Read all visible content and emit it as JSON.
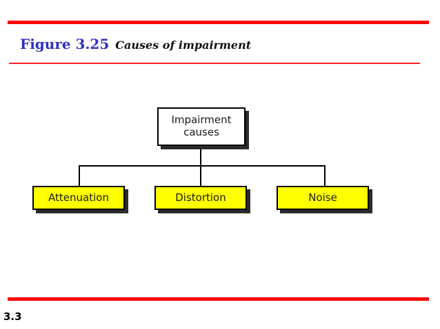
{
  "slide": {
    "page_number": "3.3",
    "background_color": "#ffffff"
  },
  "header": {
    "figure_label": "Figure 3.25",
    "figure_caption": "Causes of impairment",
    "label_color": "#2f2fbf",
    "caption_color": "#111111",
    "rule_color": "#ff0000"
  },
  "chart_data": {
    "type": "diagram",
    "title": "Causes of impairment",
    "root": {
      "id": "impairment-causes",
      "label": "Impairment\ncauses",
      "line1": "Impairment",
      "line2": "causes",
      "fill": "#ffffff",
      "border": "#000000"
    },
    "children": [
      {
        "id": "attenuation",
        "label": "Attenuation",
        "fill": "#ffff00",
        "border": "#000000"
      },
      {
        "id": "distortion",
        "label": "Distortion",
        "fill": "#ffff00",
        "border": "#000000"
      },
      {
        "id": "noise",
        "label": "Noise",
        "fill": "#ffff00",
        "border": "#000000"
      }
    ],
    "edges": [
      {
        "from": "impairment-causes",
        "to": "attenuation"
      },
      {
        "from": "impairment-causes",
        "to": "distortion"
      },
      {
        "from": "impairment-causes",
        "to": "noise"
      }
    ],
    "layout": "top-down-tree",
    "shadow_color": "#2b2b2b"
  }
}
